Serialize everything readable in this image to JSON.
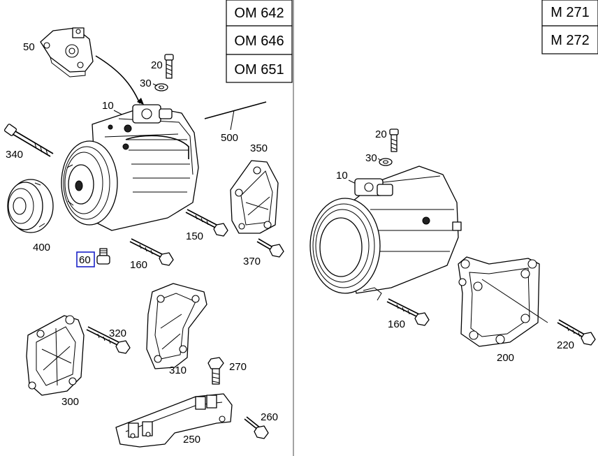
{
  "engine_boxes_left": [
    "OM 642",
    "OM 646",
    "OM 651"
  ],
  "engine_boxes_right": [
    "M 271",
    "M 272"
  ],
  "callouts_left": {
    "p10": "10",
    "p20": "20",
    "p30": "30",
    "p50": "50",
    "p60": "60",
    "p150": "150",
    "p160": "160",
    "p250": "250",
    "p260": "260",
    "p270": "270",
    "p300": "300",
    "p310": "310",
    "p320": "320",
    "p340": "340",
    "p350": "350",
    "p370": "370",
    "p400": "400",
    "p500": "500"
  },
  "callouts_right": {
    "p10": "10",
    "p20": "20",
    "p30": "30",
    "p160": "160",
    "p200": "200",
    "p220": "220"
  },
  "highlight": {
    "part": "60",
    "color": "#1a22c8"
  },
  "colors": {
    "line": "#000000",
    "background": "#ffffff",
    "divider": "#666666"
  },
  "icons": [
    "bolt-icon",
    "washer-icon",
    "compressor-icon",
    "bracket-icon",
    "pulley-icon"
  ]
}
